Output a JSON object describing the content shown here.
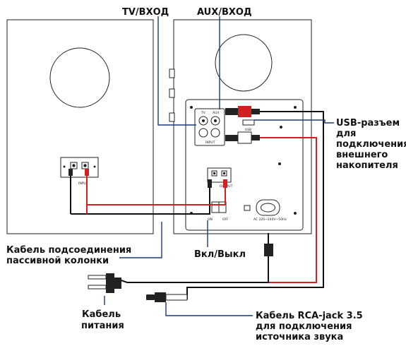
{
  "labels": {
    "tv_input": "TV/ВХОД",
    "aux_input": "AUX/ВХОД",
    "usb_l1": "USB-разъем",
    "usb_l2": "для",
    "usb_l3": "подключения",
    "usb_l4": "внешнего",
    "usb_l5": "накопителя",
    "passive_l1": "Кабель подсоединения",
    "passive_l2": "пассивной колонки",
    "power_switch": "Вкл/Выкл",
    "power_cable_l1": "Кабель",
    "power_cable_l2": "питания",
    "rca_l1": "Кабель RCA-jack 3.5",
    "rca_l2": "для подключения",
    "rca_l3": "источника звука"
  },
  "panel_text": {
    "tv": "TV",
    "aux": "AUX",
    "input": "INPUT",
    "usb": "USB",
    "input_left": "INPUT",
    "output": "OUTPUT",
    "on": "ON",
    "off": "OFF",
    "ac": "AC 220~240V~50Hz"
  },
  "colors": {
    "callout_line": "#1a3a7a",
    "red_cable": "#d21f1f",
    "black_cable": "#111111"
  }
}
